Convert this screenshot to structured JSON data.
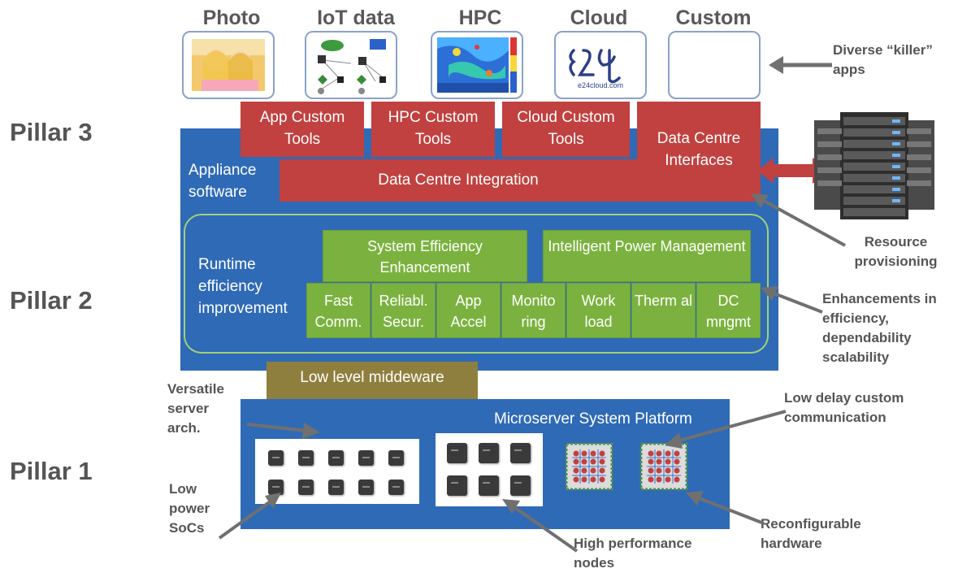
{
  "pillars": {
    "p3": "Pillar 3",
    "p2": "Pillar 2",
    "p1": "Pillar 1"
  },
  "apps": [
    {
      "title": "Photo",
      "icon": "photo-icon"
    },
    {
      "title": "IoT data",
      "icon": "iot-network-icon"
    },
    {
      "title": "HPC",
      "icon": "heatmap-icon"
    },
    {
      "title": "Cloud",
      "icon": "e2b-cloud-logo-icon"
    },
    {
      "title": "Custom",
      "icon": "empty-box"
    }
  ],
  "cloud_logo_url": "e24cloud.com",
  "diverse_note": "Diverse “killer” apps",
  "tools": {
    "app": "App Custom Tools",
    "hpc": "HPC Custom Tools",
    "cloud": "Cloud Custom Tools",
    "dc_interfaces": "Data Centre Interfaces",
    "dc_integration": "Data Centre Integration"
  },
  "appliance_software": "Appliance software",
  "runtime_label": "Runtime efficiency improvement",
  "green_top": {
    "sys_eff": "System Efficiency Enhancement",
    "power": "Intelligent Power Management"
  },
  "green_small": [
    "Fast Comm.",
    "Reliabl. Secur.",
    "App Accel",
    "Monito ring",
    "Work load",
    "Therm al",
    "DC mngmt"
  ],
  "resource_note": "Resource provisioning",
  "enhance_note": "Enhancements in efficiency, dependability scalability",
  "middleware": "Low level middeware",
  "platform_label": "Microserver System Platform",
  "versatile_note": "Versatile server arch.",
  "low_delay_note": "Low delay custom communication",
  "low_power_note": "Low power SoCs",
  "high_perf_note": "High performance nodes",
  "reconfig_note": "Reconfigurable hardware",
  "colors": {
    "blue": "#2f6ab6",
    "red": "#c0413f",
    "green": "#7bb23f",
    "olive": "#8f7f3e"
  }
}
